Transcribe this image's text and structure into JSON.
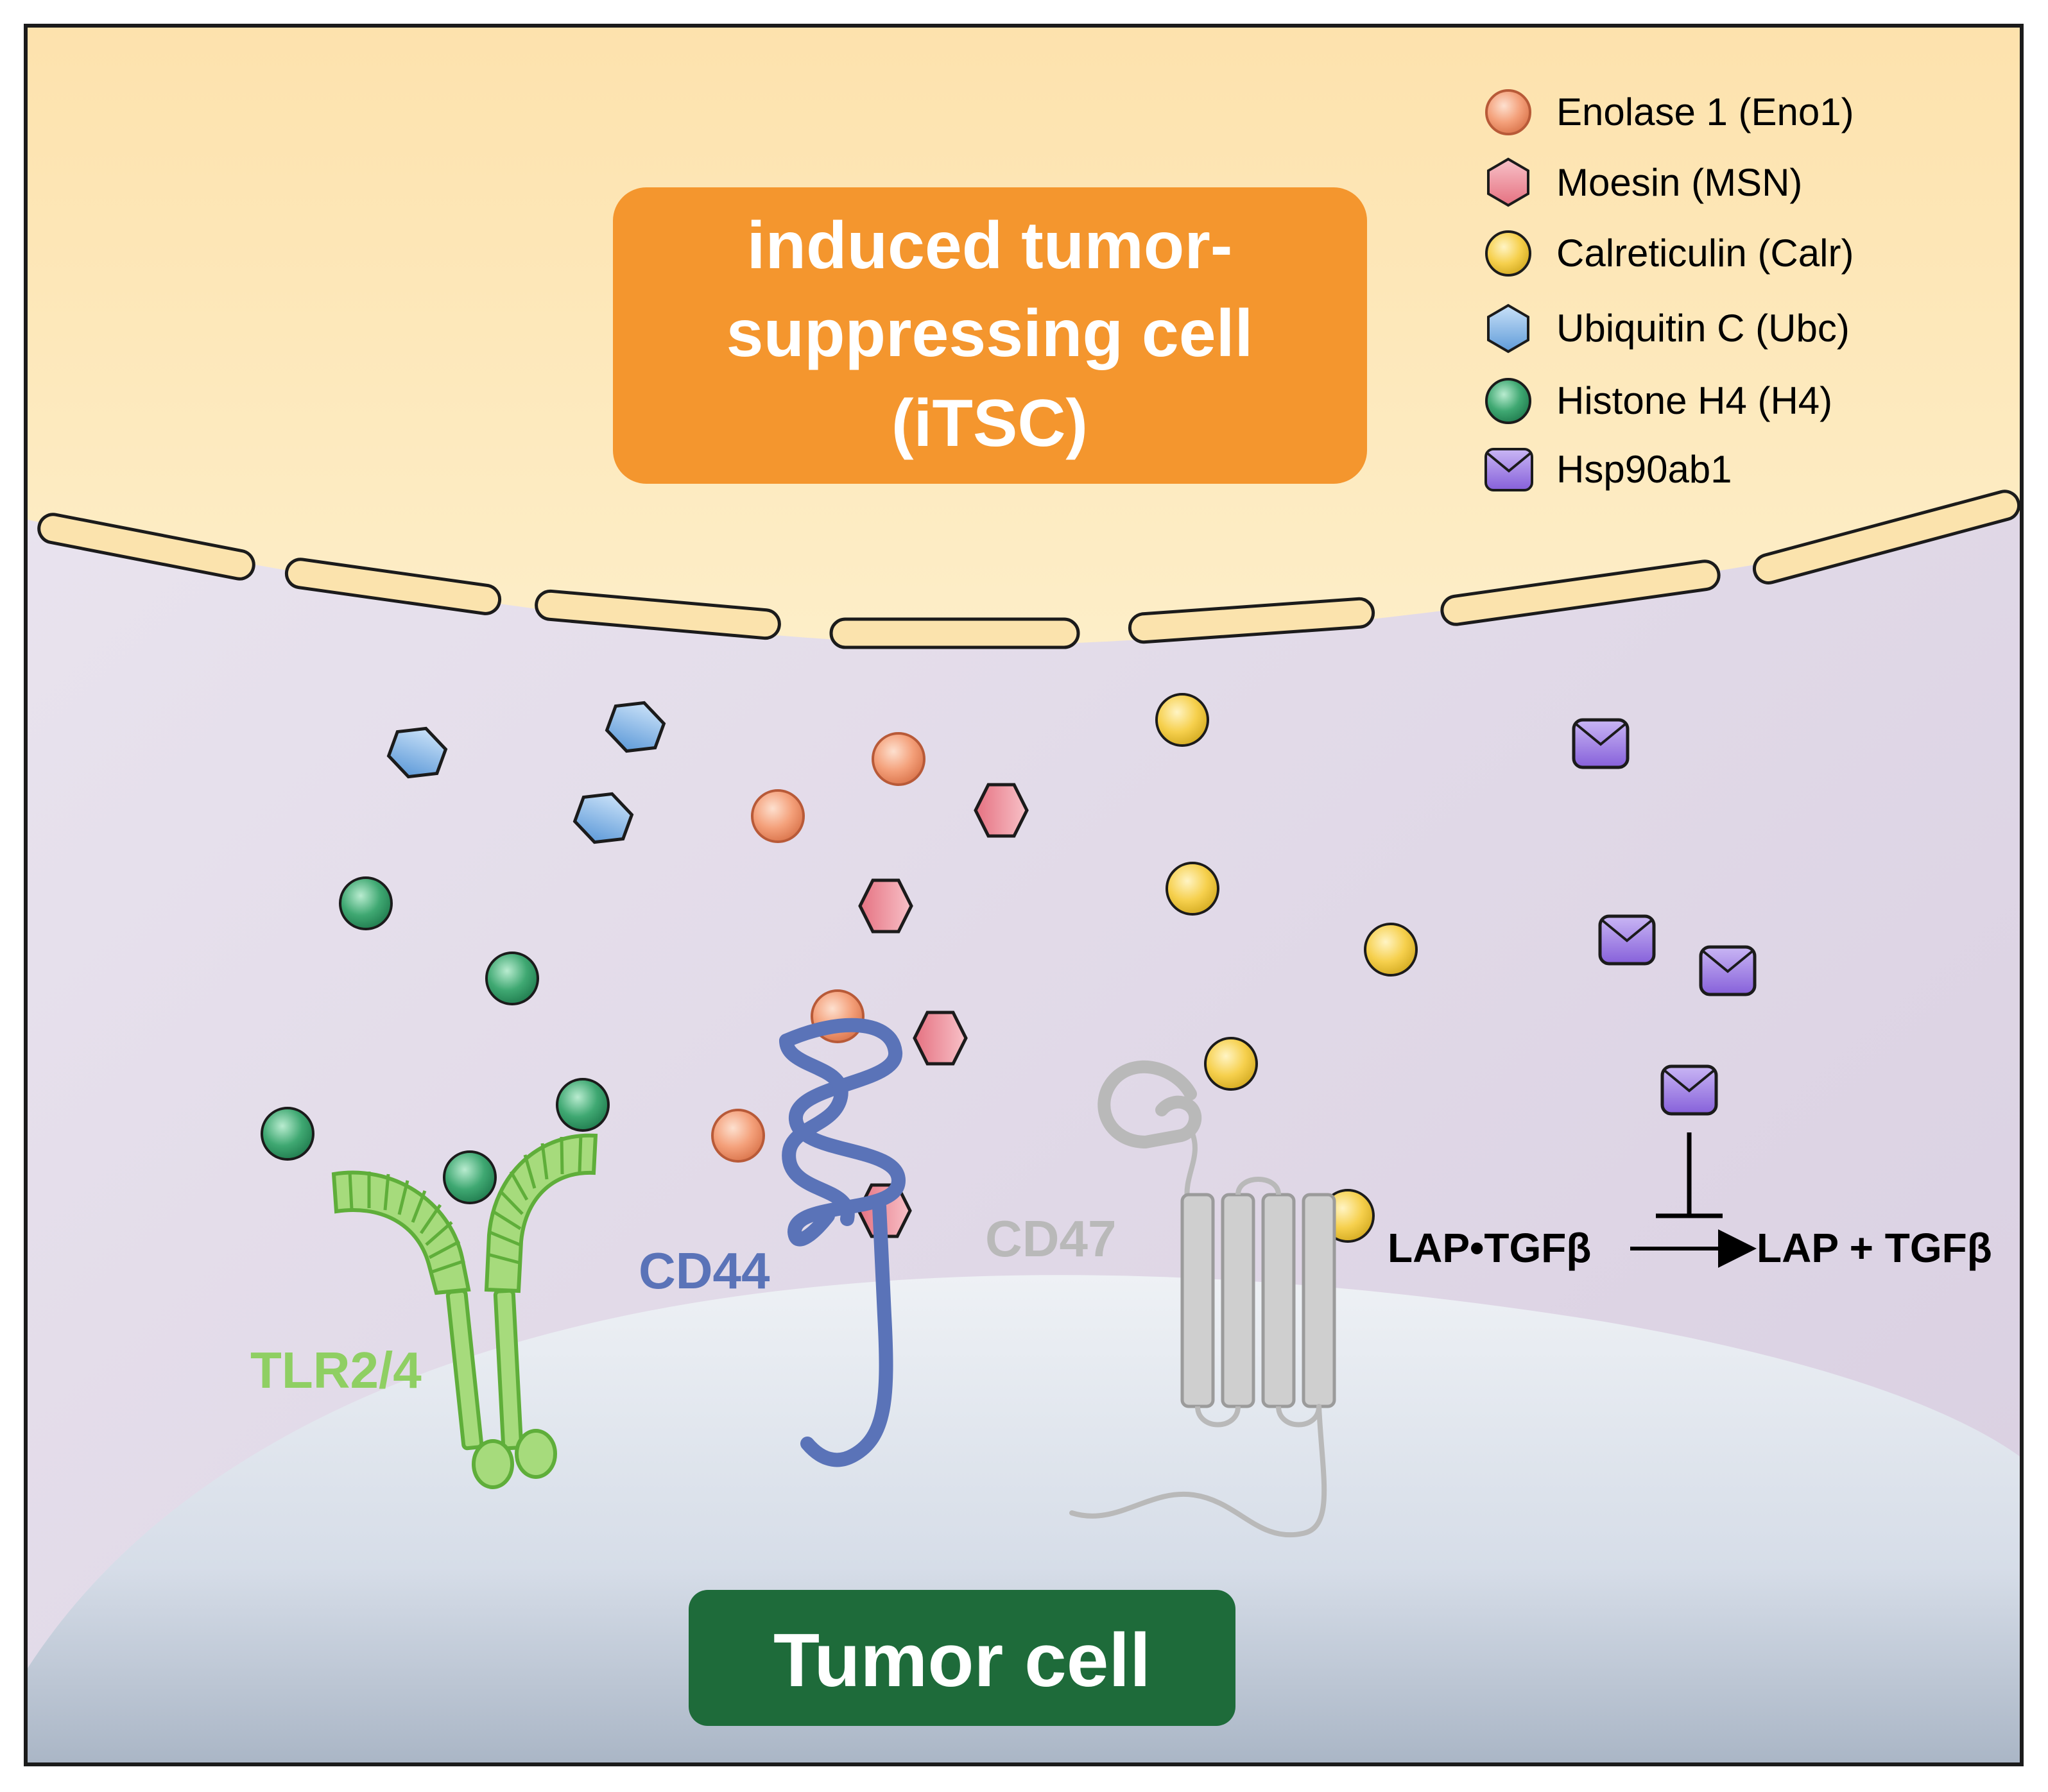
{
  "diagram": {
    "itsc_label": {
      "line1": "induced tumor-",
      "line2": "suppressing cell",
      "line3": "(iTSC)"
    },
    "tumor_cell_label": "Tumor cell",
    "receptors": {
      "tlr": "TLR2/4",
      "cd44": "CD44",
      "cd47": "CD47"
    },
    "reaction": {
      "left": "LAP•TGFβ",
      "right": "LAP + TGFβ"
    },
    "legend": [
      {
        "label": "Enolase 1 (Eno1)",
        "shape": "sphere",
        "color": "#f4a07a"
      },
      {
        "label": "Moesin (MSN)",
        "shape": "hexagon",
        "color": "#ee8a96"
      },
      {
        "label": "Calreticulin (Calr)",
        "shape": "sphere",
        "color": "#f6d04d"
      },
      {
        "label": "Ubiquitin C (Ubc)",
        "shape": "hexagon",
        "color": "#7fb3e6"
      },
      {
        "label": "Histone H4 (H4)",
        "shape": "sphere",
        "color": "#3fa872"
      },
      {
        "label": "Hsp90ab1",
        "shape": "cube",
        "color": "#9d7de6"
      }
    ],
    "colors": {
      "itsc_box": "#f4962e",
      "tumor_box": "#1e6b3a",
      "tlr": "#8fcf63",
      "cd44": "#5a73b8",
      "cd47": "#b9b9b9",
      "itsc_bg": "#fde6b4",
      "medium_bg": "#e3dae8",
      "tumor_bg": "#dde3ec"
    }
  }
}
